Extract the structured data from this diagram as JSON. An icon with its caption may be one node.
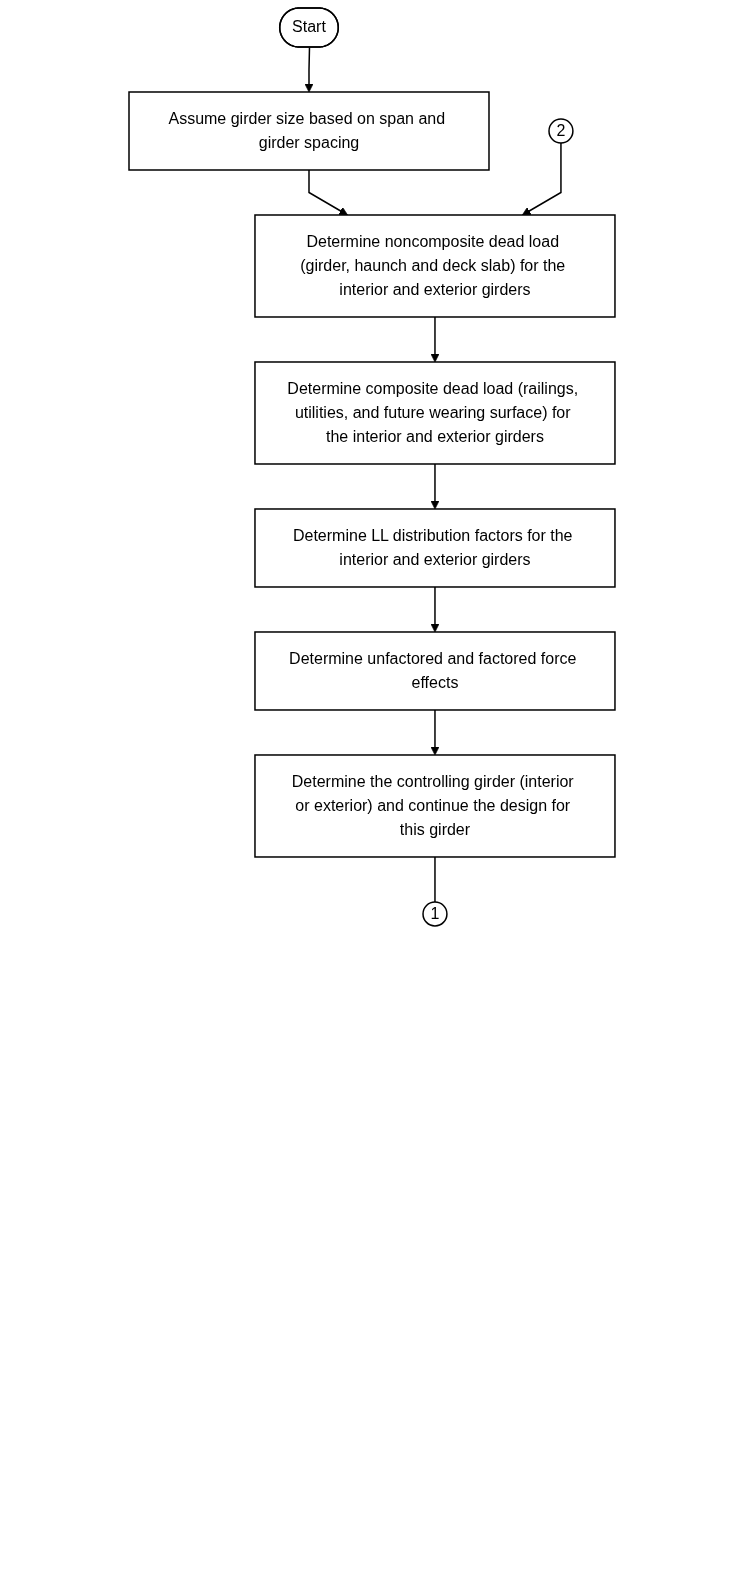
{
  "diagram": {
    "nodes": [
      {
        "text": [
          "Start"
        ]
      },
      {
        "text": [
          "Assume girder size based on span and girder spacing"
        ]
      },
      {
        "text": [
          "2"
        ]
      },
      {
        "text": [
          "Determine noncomposite dead load (girder, haunch and deck slab) for the interior and exterior girders"
        ]
      },
      {
        "text": [
          "Determine composite dead load (railings, utilities, and future wearing surface) for the interior and exterior girders"
        ]
      },
      {
        "text": [
          "Determine LL distribution factors for the interior and exterior girders"
        ]
      },
      {
        "text": [
          "Determine unfactored and factored force effects"
        ]
      },
      {
        "text": [
          "Determine the controlling girder (interior or exterior) and continue the design for this girder"
        ]
      },
      {
        "text": [
          "1"
        ]
      }
    ],
    "edges": [
      {
        "from": 0,
        "to": 1,
        "arrow": "to"
      },
      {
        "from": 1,
        "to": 3,
        "arrow": "to"
      },
      {
        "from": 2,
        "to": 3,
        "arrow": "to"
      },
      {
        "from": 3,
        "to": 4,
        "arrow": "to"
      },
      {
        "from": 4,
        "to": 5,
        "arrow": "to"
      },
      {
        "from": 5,
        "to": 6,
        "arrow": "to"
      },
      {
        "from": 6,
        "to": 7,
        "arrow": "to"
      },
      {
        "from": 7,
        "to": 8,
        "arrow": "none"
      }
    ]
  }
}
